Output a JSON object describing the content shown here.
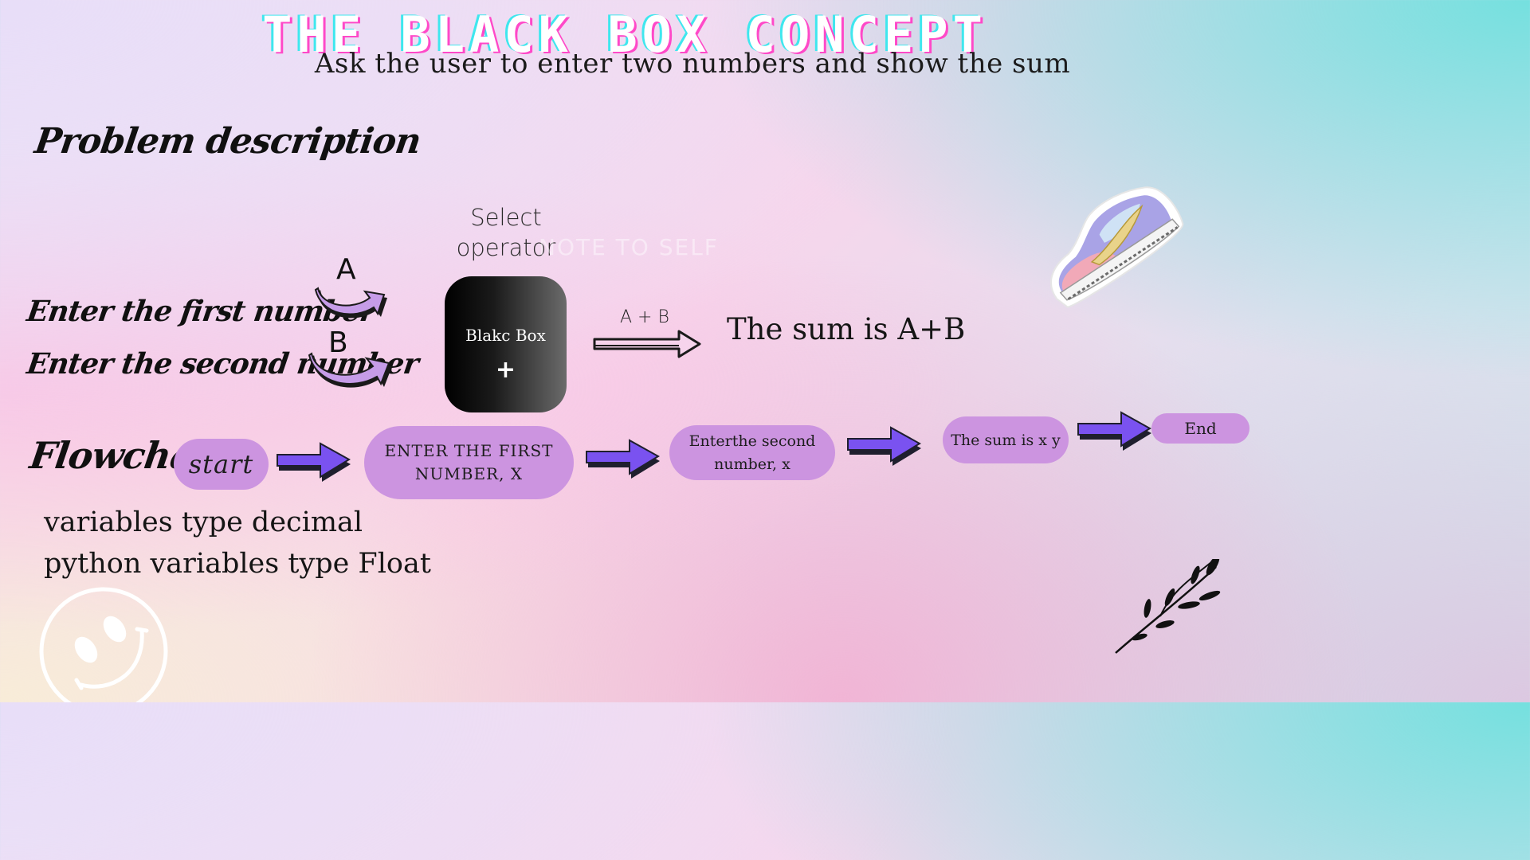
{
  "header": {
    "title": "THE BLACK BOX CONCEPT",
    "subtitle": "Ask the user to enter two numbers and show the sum"
  },
  "labels": {
    "problem_description": "Problem description",
    "enter_first": "Enter the first number",
    "enter_second": "Enter the second number",
    "input_a": "A",
    "input_b": "B",
    "select_operator_line1": "Select",
    "select_operator_line2": "operator",
    "faint_note": "NOTE TO SELF",
    "black_box_label": "Blakc Box",
    "black_box_operator": "+",
    "arrow_label": "A + B",
    "result": "The sum is A+B",
    "flowchart": "Flowchart"
  },
  "flowchart": {
    "steps": [
      "start",
      "ENTER THE FIRST NUMBER, X",
      "Enterthe second number, x",
      "The sum is x y",
      "End"
    ]
  },
  "notes": {
    "line1": "variables type decimal",
    "line2": "python variables type Float"
  },
  "colors": {
    "pill": "#cc94e0",
    "arrow": "#7a52f0",
    "title_pink": "#ff49c8",
    "title_cyan": "#3fe7ee"
  },
  "decorations": [
    "sneaker-sticker",
    "smiley-face",
    "leaf-branch"
  ]
}
